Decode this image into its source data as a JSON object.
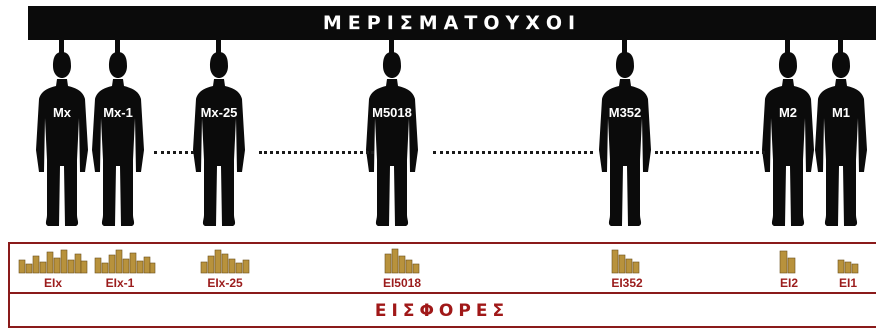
{
  "header": {
    "title": "ΜΕΡΙΣΜΑΤΟΥΧΟΙ"
  },
  "shareholders": [
    {
      "label": "Mx"
    },
    {
      "label": "Mx-1"
    },
    {
      "label": "Mx-25"
    },
    {
      "label": "M5018"
    },
    {
      "label": "M352"
    },
    {
      "label": "M2"
    },
    {
      "label": "M1"
    }
  ],
  "contributions": [
    {
      "label": "EIx"
    },
    {
      "label": "EIx-1"
    },
    {
      "label": "EIx-25"
    },
    {
      "label": "EI5018"
    },
    {
      "label": "EI352"
    },
    {
      "label": "EI2"
    },
    {
      "label": "EI1"
    }
  ],
  "footer": {
    "title": "ΕΙΣΦΟΡΕΣ"
  }
}
